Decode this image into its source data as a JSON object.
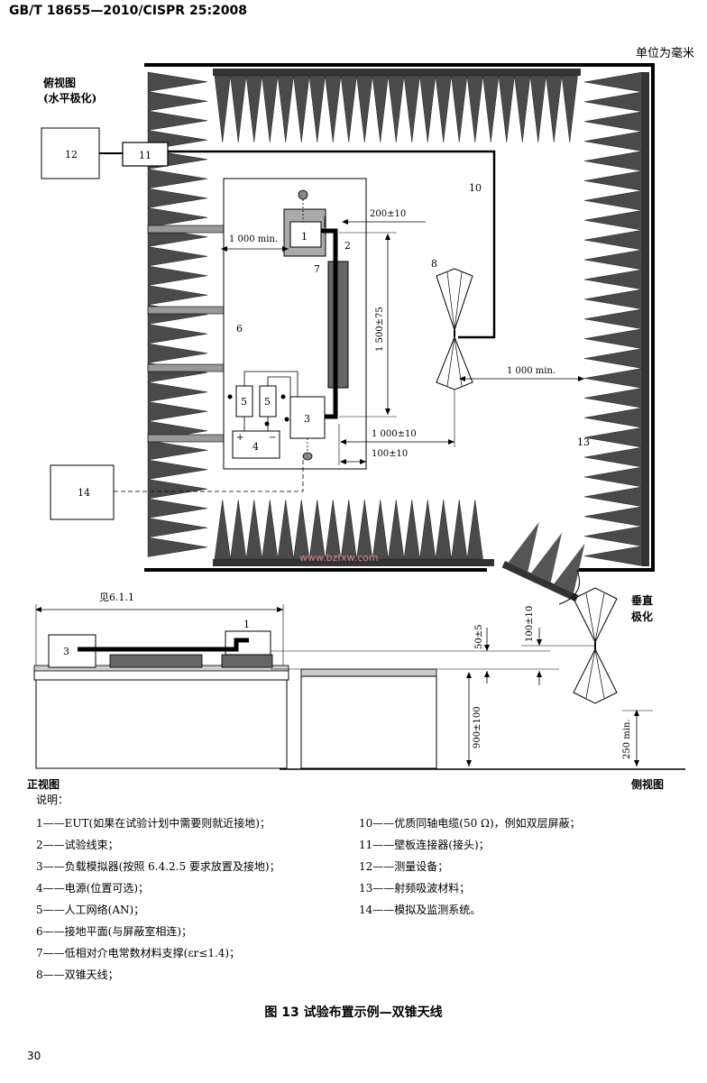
{
  "header": {
    "standard": "GB/T 18655—2010/CISPR 25:2008"
  },
  "unit_note": "单位为毫米",
  "top_view": {
    "title_line1": "俯视图",
    "title_line2": "(水平极化)",
    "labels": {
      "n1": "1",
      "n2": "2",
      "n3": "3",
      "n4": "4",
      "n5a": "5",
      "n5b": "5",
      "n6": "6",
      "n7": "7",
      "n8": "8",
      "n10": "10",
      "n11": "11",
      "n12": "12",
      "n13": "13",
      "n14": "14"
    },
    "dims": {
      "d_1000min_left": "1 000 min.",
      "d_200": "200±10",
      "d_1500": "1 500±75",
      "d_1000min_right": "1 000 min.",
      "d_1000_10": "1 000±10",
      "d_100_10": "100±10"
    },
    "watermark": "www.bzfxw.com"
  },
  "side_view": {
    "see_ref": "见6.1.1",
    "front_view_label": "正视图",
    "side_view_label": "侧视图",
    "vertical_pol_line1": "垂直",
    "vertical_pol_line2": "极化",
    "labels": {
      "n1": "1",
      "n3": "3"
    },
    "dims": {
      "d_50": "50±5",
      "d_100": "100±10",
      "d_900": "900±100",
      "d_250": "250 min."
    }
  },
  "legend": {
    "title": "说明：",
    "left": [
      "1——EUT(如果在试验计划中需要则就近接地)；",
      "2——试验线束；",
      "3——负载模拟器(按照 6.4.2.5 要求放置及接地)；",
      "4——电源(位置可选)；",
      "5——人工网络(AN)；",
      "6——接地平面(与屏蔽室相连)；",
      "7——低相对介电常数材料支撑(εr≤1.4)；",
      "8——双锥天线；"
    ],
    "right": [
      "10——优质同轴电缆(50 Ω)，例如双层屏蔽；",
      "11——壁板连接器(接头)；",
      "12——测量设备；",
      "13——射频吸波材料；",
      "14——模拟及监测系统。"
    ]
  },
  "caption": "图 13  试验布置示例—双锥天线",
  "page_number": "30"
}
